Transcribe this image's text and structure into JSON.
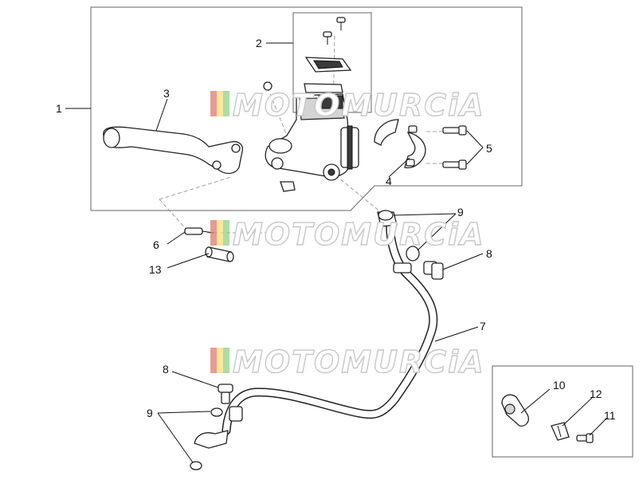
{
  "watermark": {
    "text": "MOTOMURCiA"
  },
  "callouts": {
    "c1": "1",
    "c2": "2",
    "c3": "3",
    "c4": "4",
    "c5": "5",
    "c6": "6",
    "c7": "7",
    "c8a": "8",
    "c8b": "8",
    "c9a": "9",
    "c9b": "9",
    "c10": "10",
    "c11": "11",
    "c12": "12",
    "c13": "13"
  },
  "colors": {
    "stripe_red": "#e07a6e",
    "stripe_yellow": "#f2e27a",
    "stripe_green": "#8fd08a"
  }
}
